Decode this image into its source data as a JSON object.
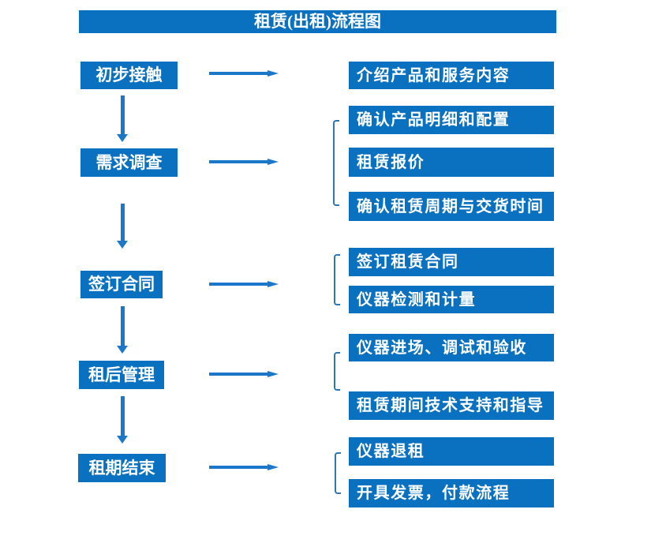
{
  "title": "租赁(出租)流程图",
  "colors": {
    "box_blue": "#0a71c1",
    "arrow_blue": "#1b78c8",
    "bracket_blue": "#2e75b6",
    "text_white": "#ffffff"
  },
  "flow": [
    {
      "step": "初步接触",
      "outputs": [
        "介绍产品和服务内容"
      ]
    },
    {
      "step": "需求调查",
      "outputs": [
        "确认产品明细和配置",
        "租赁报价",
        "确认租赁周期与交货时间"
      ]
    },
    {
      "step": "签订合同",
      "outputs": [
        "签订租赁合同",
        "仪器检测和计量"
      ]
    },
    {
      "step": "租后管理",
      "outputs": [
        "仪器进场、调试和验收",
        "租赁期间技术支持和指导"
      ]
    },
    {
      "step": "租期结束",
      "outputs": [
        "仪器退租",
        "开具发票，付款流程"
      ]
    }
  ]
}
